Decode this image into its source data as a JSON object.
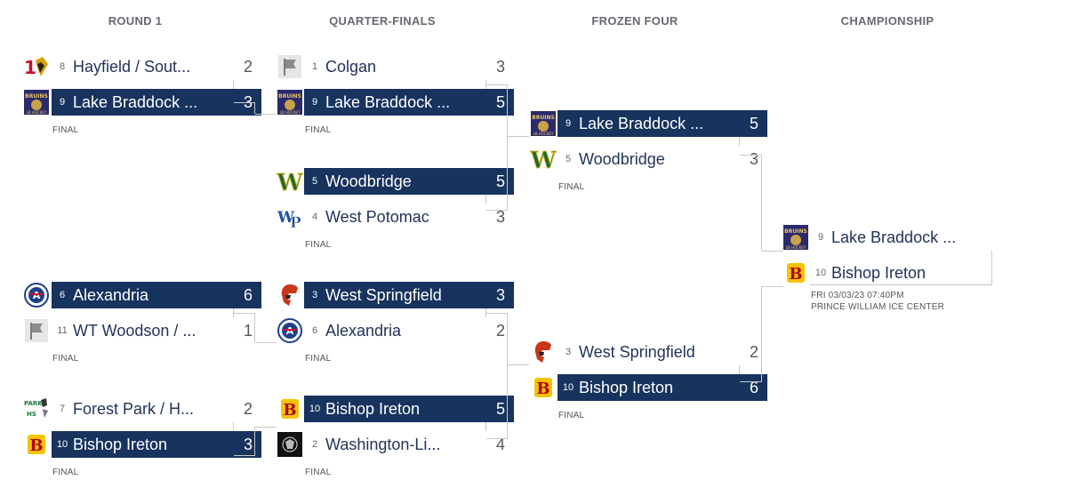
{
  "rounds": [
    "ROUND 1",
    "QUARTER-FINALS",
    "FROZEN FOUR",
    "CHAMPIONSHIP"
  ],
  "r1": [
    {
      "top": {
        "seed": "8",
        "name": "Hayfield / Sout...",
        "score": "2"
      },
      "bottom": {
        "seed": "9",
        "name": "Lake Braddock ...",
        "score": "3"
      },
      "status": "FINAL"
    },
    {
      "top": {
        "seed": "6",
        "name": "Alexandria",
        "score": "6"
      },
      "bottom": {
        "seed": "11",
        "name": "WT Woodson / ...",
        "score": "1"
      },
      "status": "FINAL"
    },
    {
      "top": {
        "seed": "7",
        "name": "Forest Park / H...",
        "score": "2"
      },
      "bottom": {
        "seed": "10",
        "name": "Bishop Ireton",
        "score": "3"
      },
      "status": "FINAL"
    }
  ],
  "qf": [
    {
      "top": {
        "seed": "1",
        "name": "Colgan",
        "score": "3"
      },
      "bottom": {
        "seed": "9",
        "name": "Lake Braddock ...",
        "score": "5"
      },
      "status": "FINAL"
    },
    {
      "top": {
        "seed": "5",
        "name": "Woodbridge",
        "score": "5"
      },
      "bottom": {
        "seed": "4",
        "name": "West Potomac",
        "score": "3"
      },
      "status": "FINAL"
    },
    {
      "top": {
        "seed": "3",
        "name": "West Springfield",
        "score": "3"
      },
      "bottom": {
        "seed": "6",
        "name": "Alexandria",
        "score": "2"
      },
      "status": "FINAL"
    },
    {
      "top": {
        "seed": "10",
        "name": "Bishop Ireton",
        "score": "5"
      },
      "bottom": {
        "seed": "2",
        "name": "Washington-Li...",
        "score": "4"
      },
      "status": "FINAL"
    }
  ],
  "ff": [
    {
      "top": {
        "seed": "9",
        "name": "Lake Braddock ...",
        "score": "5"
      },
      "bottom": {
        "seed": "5",
        "name": "Woodbridge",
        "score": "3"
      },
      "status": "FINAL"
    },
    {
      "top": {
        "seed": "3",
        "name": "West Springfield",
        "score": "2"
      },
      "bottom": {
        "seed": "10",
        "name": "Bishop Ireton",
        "score": "6"
      },
      "status": "FINAL"
    }
  ],
  "champ": {
    "top": {
      "seed": "9",
      "name": "Lake Braddock ...",
      "score": ""
    },
    "bottom": {
      "seed": "10",
      "name": "Bishop Ireton",
      "score": ""
    },
    "datetime": "FRI 03/03/23 07:40PM",
    "venue": "PRINCE WILLIAM ICE CENTER"
  }
}
